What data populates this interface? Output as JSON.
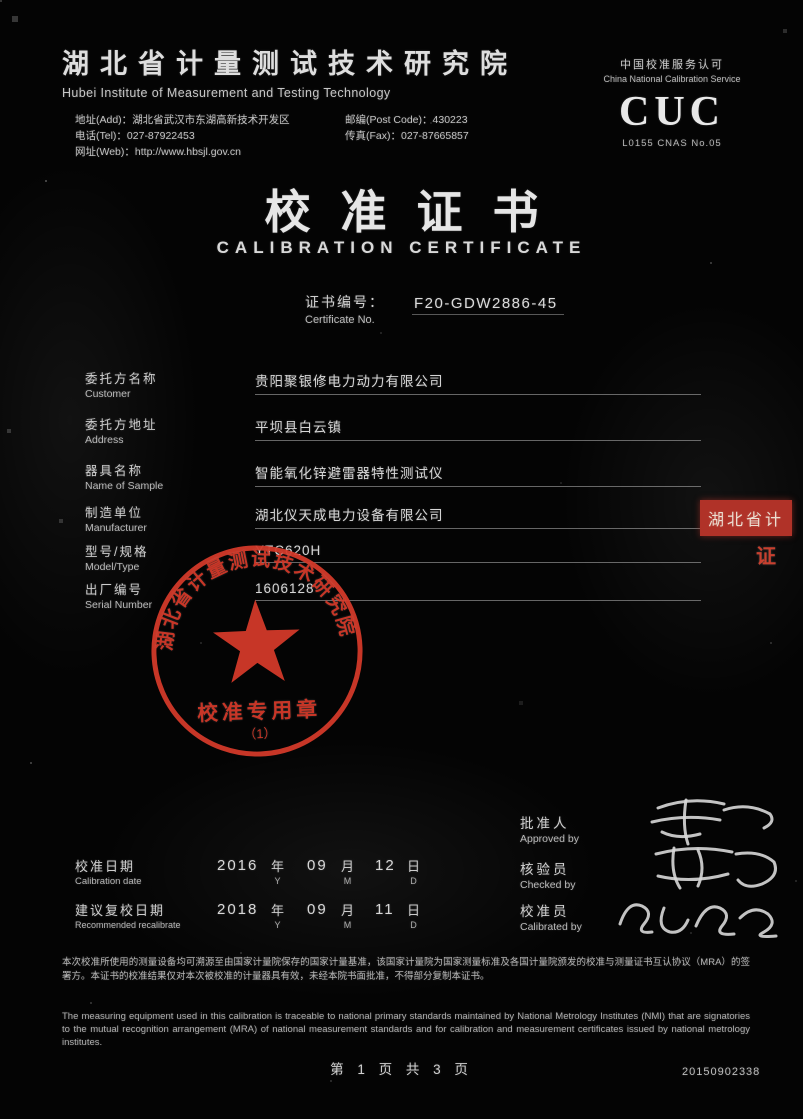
{
  "header": {
    "institute_cn": "湖北省计量测试技术研究院",
    "institute_en": "Hubei Institute of Measurement and Testing Technology",
    "accreditation_cn": "中国校准服务认可",
    "accreditation_en": "China National Calibration Service",
    "logo_text": "CUC",
    "logo_sub": "L0155 CNAS No.05"
  },
  "contact": {
    "address_label": "地址(Add)：",
    "address": "湖北省武汉市东湖高新技术开发区",
    "postcode_label": "邮编(Post Code)：",
    "postcode": "430223",
    "tel_label": "电话(Tel)：",
    "tel": "027-87922453",
    "fax_label": "传真(Fax)：",
    "fax": "027-87665857",
    "web_label": "网址(Web)：",
    "web": "http://www.hbsjl.gov.cn"
  },
  "title": {
    "cn": "校准证书",
    "en": "CALIBRATION CERTIFICATE"
  },
  "certificate_no": {
    "label_cn": "证书编号：",
    "label_en": "Certificate No.",
    "value": "F20-GDW2886-45"
  },
  "fields": [
    {
      "label_cn": "委托方名称",
      "label_en": "Customer",
      "value": "贵阳聚银修电力动力有限公司"
    },
    {
      "label_cn": "委托方地址",
      "label_en": "Address",
      "value": "平坝县白云镇"
    },
    {
      "label_cn": "器具名称",
      "label_en": "Name of Sample",
      "value": "智能氧化锌避雷器特性测试仪"
    },
    {
      "label_cn": "制造单位",
      "label_en": "Manufacturer",
      "value": "湖北仪天成电力设备有限公司"
    },
    {
      "label_cn": "型号/规格",
      "label_en": "Model/Type",
      "value": "YTC620H"
    },
    {
      "label_cn": "出厂编号",
      "label_en": "Serial Number",
      "value": "1606128"
    }
  ],
  "stamps": {
    "round_ring_text": "湖北省计量测试技术研究院",
    "round_bottom_text": "校准专用章",
    "round_sub_text": "（1）",
    "side_block_text": "湖北省计",
    "side_char": "证"
  },
  "signatures": {
    "approved_label_cn": "批准人",
    "approved_label_en": "Approved by",
    "checked_label_cn": "核验员",
    "checked_label_en": "Checked by",
    "calibrated_label_cn": "校准员",
    "calibrated_label_en": "Calibrated by"
  },
  "dates": {
    "calibration": {
      "label_cn": "校准日期",
      "label_en": "Calibration  date",
      "year": "2016",
      "month": "09",
      "day": "12"
    },
    "recal": {
      "label_cn": "建议复校日期",
      "label_en": "Recommended recalibrate",
      "year": "2018",
      "month": "09",
      "day": "11"
    },
    "units": [
      {
        "cn": "年",
        "en": "Y"
      },
      {
        "cn": "月",
        "en": "M"
      },
      {
        "cn": "日",
        "en": "D"
      }
    ]
  },
  "footer": {
    "cn_text": "本次校准所使用的测量设备均可溯源至由国家计量院保存的国家计量基准，该国家计量院为国家测量标准及各国计量院颁发的校准与测量证书互认协议（MRA）的签署方。本证书的校准结果仅对本次被校准的计量器具有效，未经本院书面批准，不得部分复制本证书。",
    "en_text": "The measuring equipment used in this calibration is traceable to national primary standards maintained by National Metrology Institutes (NMI) that are signatories to the mutual recognition arrangement (MRA) of national measurement standards and for calibration and measurement certificates issued by national metrology institutes.",
    "page_text": "第 1 页  共 3 页",
    "doc_number": "20150902338"
  }
}
